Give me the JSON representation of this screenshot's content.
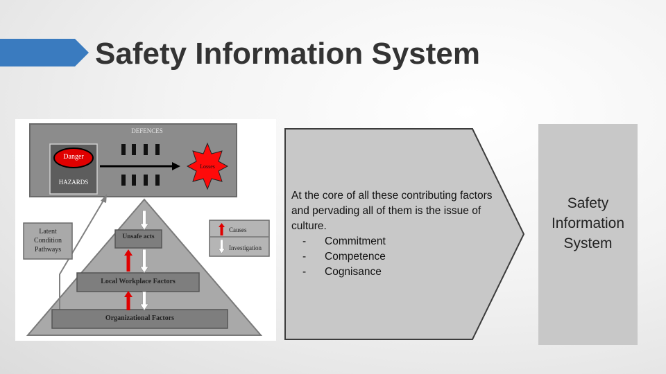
{
  "slide": {
    "title": "Safety Information System",
    "accent_color": "#3a7bbf"
  },
  "diagram": {
    "defences_label": "DEFENCES",
    "danger_label": "Danger",
    "hazards_label": "HAZARDS",
    "losses_label": "Losses",
    "latent_label": [
      "Latent",
      "Condition",
      "Pathways"
    ],
    "legend": {
      "causes_label": "Causes",
      "investigation_label": "Investigation"
    },
    "levels": [
      "Unsafe acts",
      "Local Workplace Factors",
      "Organizational Factors"
    ]
  },
  "chevron": {
    "text": "At the core of all these contributing factors and pervading all of them is the issue of culture.",
    "items": [
      "Commitment",
      "Competence",
      "Cognisance"
    ]
  },
  "side_box": {
    "label": "Safety Information System"
  }
}
